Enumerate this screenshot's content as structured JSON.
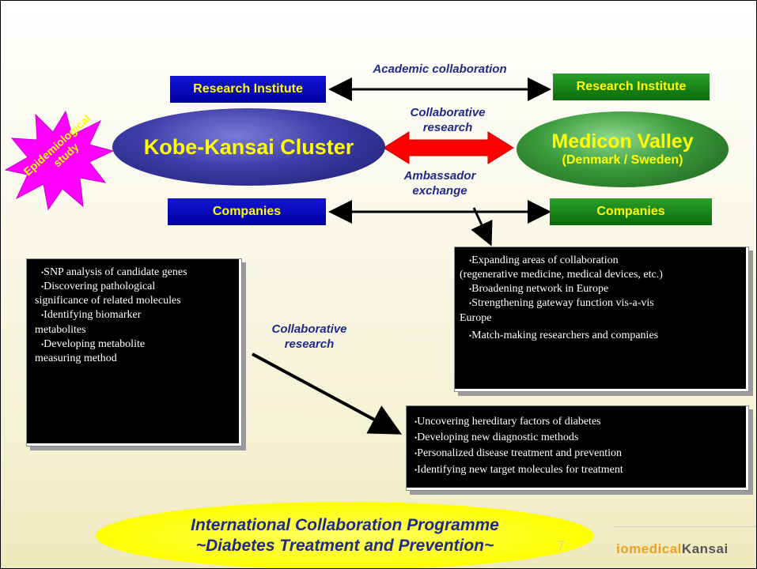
{
  "top": {
    "academic_label": "Academic collaboration",
    "research_institute_left": "Research Institute",
    "research_institute_right": "Research Institute",
    "collab_label_lines": [
      "Collaborative",
      "research"
    ],
    "ambassador_lines": [
      "Ambassador",
      "exchange"
    ],
    "kobe_cluster": "Kobe-Kansai Cluster",
    "medicon_title": "Medicon Valley",
    "medicon_sub": "(Denmark / Sweden)",
    "companies_left": "Companies",
    "companies_right": "Companies",
    "epidemiological_lines": [
      "Epidemiological",
      "study"
    ]
  },
  "left_box": {
    "items": [
      [
        "SNP analysis of candidate genes"
      ],
      [
        "Discovering pathological",
        "significance of related molecules"
      ],
      [
        "Identifying biomarker",
        "metabolites"
      ],
      [
        "Developing metabolite",
        "measuring method"
      ]
    ]
  },
  "middle_label_lines": [
    "Collaborative",
    "research"
  ],
  "right_box": {
    "items": [
      [
        "Expanding areas of collaboration",
        "(regenerative medicine, medical devices, etc.)"
      ],
      [
        "Broadening network in Europe"
      ],
      [
        "Strengthening gateway function vis-a-vis",
        "Europe"
      ],
      [
        "Match-making researchers and companies"
      ]
    ]
  },
  "result_box": {
    "items": [
      "Uncovering hereditary factors of diabetes",
      "Developing new diagnostic methods",
      "Personalized disease treatment and prevention",
      "Identifying new target molecules for treatment"
    ]
  },
  "footer": {
    "title_line1": "International Collaboration Programme",
    "title_line2": "~Diabetes Treatment and Prevention~",
    "page_number": "7",
    "logo_text_a": "iomedical",
    "logo_text_b": "Kansai"
  },
  "colors": {
    "navy_text": "#1f2a8a",
    "yellow": "#ffff00",
    "blue_box": "#0000c0",
    "green_box": "#1a8a1a",
    "magenta": "#ff00ff",
    "red_arrow": "#ff0000"
  }
}
